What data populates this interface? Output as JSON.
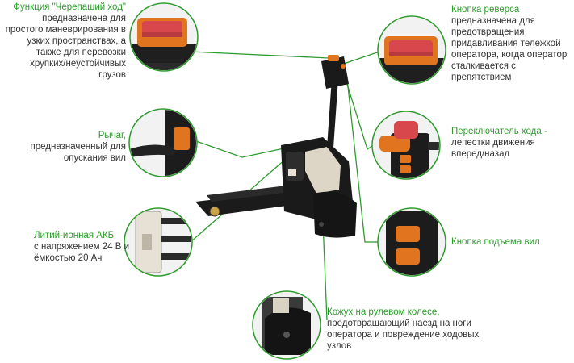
{
  "colors": {
    "accent_green": "#2e9a2e",
    "text": "#333333",
    "body_orange": "#e0741f",
    "machine_black": "#1a1a1a",
    "button_red": "#d7474c",
    "panel_cream": "#ddd6c6"
  },
  "callouts": [
    {
      "id": "turtle",
      "title": "Функция \"Черепаший ход\"",
      "lines": [
        "предназначена для",
        "простого маневрирования в",
        "узких пространствах, а",
        "также для перевозки",
        "хрупких/неустойчивых",
        "грузов"
      ]
    },
    {
      "id": "lever",
      "title": "Рычаг,",
      "lines": [
        "предназначенный для",
        "опускания вил"
      ]
    },
    {
      "id": "battery",
      "title": "Литий-ионная АКБ",
      "lines": [
        "с напряжением 24 В и",
        "ёмкостью 20 Ач"
      ]
    },
    {
      "id": "reverse",
      "title": "Кнопка реверса",
      "lines": [
        "предназначена для",
        "предотвращения",
        "придавливания тележкой",
        "оператора, когда оператор",
        "сталкивается с",
        "препятствием"
      ]
    },
    {
      "id": "direction",
      "title": "Переключатель хода -",
      "lines": [
        "лепестки движения",
        "вперед/назад"
      ]
    },
    {
      "id": "lift",
      "title": "Кнопка подъема вил",
      "lines": []
    },
    {
      "id": "cover",
      "title": "Кожух на рулевом колесе,",
      "lines": [
        "предотвращающий наезд на ноги",
        "оператора и повреждение ходовых",
        "узлов"
      ]
    }
  ]
}
